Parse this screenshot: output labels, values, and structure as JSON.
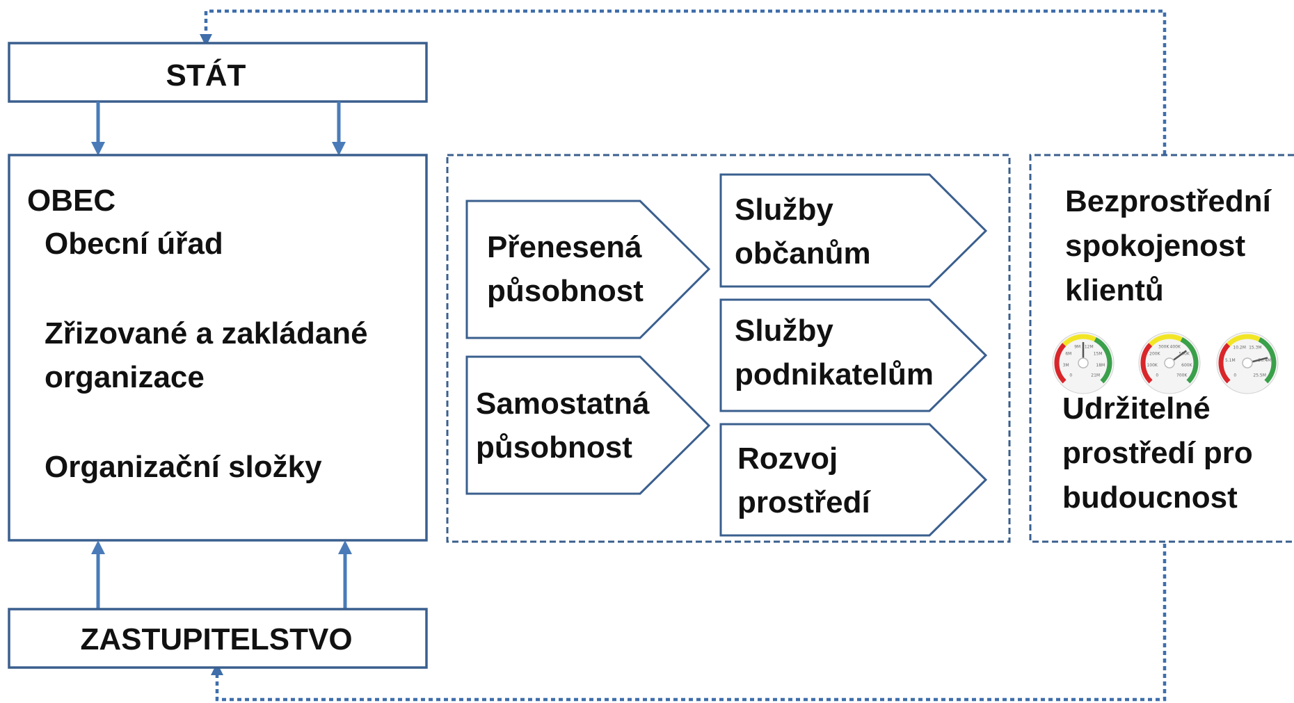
{
  "colors": {
    "box_border": "#3a5f8e",
    "arrow": "#4a7bb8",
    "dotted": "#3f6eaa",
    "text": "#111111",
    "gauge_red": "#d9262b",
    "gauge_yellow": "#f2e526",
    "gauge_green": "#3aa04a"
  },
  "stat": {
    "label": "STÁT"
  },
  "obec": {
    "title": "OBEC",
    "items": [
      "Obecní úřad",
      "Zřizované a zakládané",
      "organizace",
      "Organizační složky"
    ]
  },
  "zastupitelstvo": {
    "label": "ZASTUPITELSTVO"
  },
  "pusobnost": [
    {
      "line1": "Přenesená",
      "line2": "působnost"
    },
    {
      "line1": "Samostatná",
      "line2": "působnost"
    }
  ],
  "sluzby": [
    {
      "line1": "Služby",
      "line2": "občanům"
    },
    {
      "line1": "Služby",
      "line2": "podnikatelům"
    },
    {
      "line1": "Rozvoj",
      "line2": "prostředí"
    }
  ],
  "outcomes": {
    "satisfaction": [
      "Bezprostřední",
      "spokojenost",
      "klientů"
    ],
    "sustainability": [
      "Udržitelné",
      "prostředí pro",
      "budoucnost"
    ]
  },
  "gauges": [
    {
      "ticks": [
        "0",
        "3M",
        "6M",
        "9M",
        "12M",
        "15M",
        "18M",
        "21M"
      ],
      "value_fraction": 0.5
    },
    {
      "ticks": [
        "0",
        "100K",
        "200K",
        "300K",
        "400K",
        "500K",
        "600K",
        "700K"
      ],
      "value_fraction": 0.7
    },
    {
      "ticks": [
        "0",
        "5.1M",
        "10.2M",
        "15.3M",
        "20.4M",
        "25.5M"
      ],
      "value_fraction": 0.78
    }
  ]
}
